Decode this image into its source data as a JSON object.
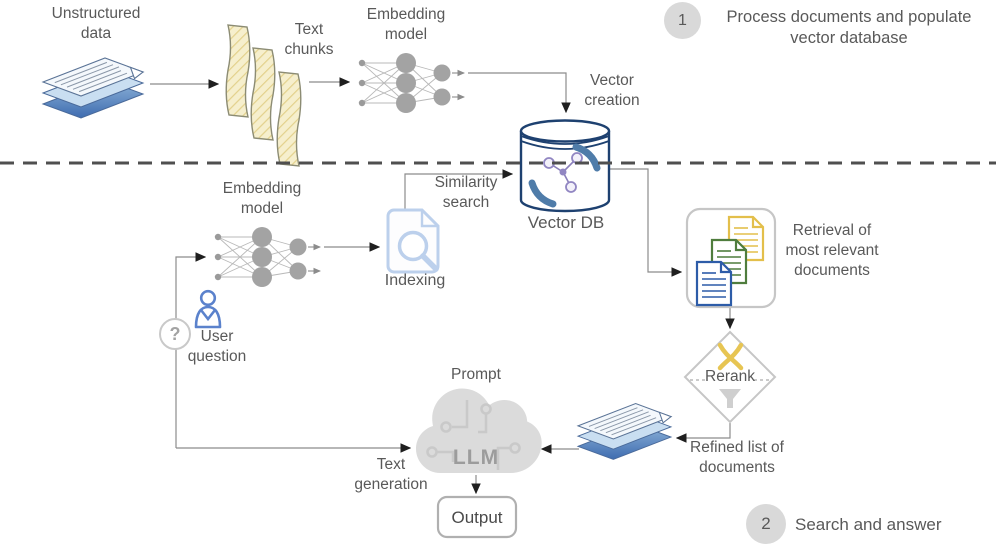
{
  "diagram": {
    "title_context": "RAG pipeline diagram",
    "steps": [
      {
        "num": "1",
        "label": "Process documents and populate vector database"
      },
      {
        "num": "2",
        "label": "Search and answer"
      }
    ],
    "labels": {
      "unstructured_data": "Unstructured data",
      "text_chunks": "Text chunks",
      "embedding_model_top": "Embedding model",
      "vector_creation": "Vector creation",
      "vector_db": "Vector DB",
      "similarity_search": "Similarity search",
      "embedding_model_bottom": "Embedding model",
      "indexing": "Indexing",
      "question_mark": "?",
      "user_question": "User question",
      "retrieval": "Retrieval of most relevant documents",
      "rerank": "Rerank",
      "refined_list": "Refined list of documents",
      "prompt": "Prompt",
      "llm": "LLM",
      "text_generation": "Text generation",
      "output": "Output"
    },
    "icons": {
      "document_stack_icon": "stack of blue documents",
      "text_chunks_icon": "three hatched wavy paper strips",
      "neural_network_icon": "embedding model nodes",
      "database_icon": "vector database cylinder with graph and arcs",
      "document_search_icon": "document with magnifying glass",
      "user_icon": "person outline",
      "question_icon": "question mark in circle",
      "colored_documents_icon": "yellow, green and blue documents",
      "rerank_cross_icon": "yellow crossed strokes",
      "funnel_icon": "gray filter funnel",
      "cloud_llm_icon": "gray circuit cloud"
    },
    "colors": {
      "line": "#8c8c8c",
      "arrowhead": "#1f1f1f",
      "divider": "#4f4f4f",
      "text": "#595959",
      "badge_bg": "#d9d9d9",
      "doc_stack_blue": "#3e6cb0",
      "chunk_yellow": "#f6efcd",
      "chunk_hatch": "#e3d18c",
      "nn_node_gray": "#a3a3a3",
      "db_navy": "#1e4170",
      "db_arc_blue": "#4f7ca9",
      "molecule_lavender": "#9186c2",
      "indexing_blue": "#bcd0ec",
      "user_blue": "#5b82cc",
      "doc_yellow": "#e3bf4b",
      "doc_green": "#4f7d3d",
      "doc_blue": "#2d5ca8",
      "rerank_icon_yellow": "#e7c553",
      "funnel_gray": "#cfcfcf",
      "cloud_gray": "#dbdbdb",
      "llm_text": "#9c9c9c"
    }
  }
}
